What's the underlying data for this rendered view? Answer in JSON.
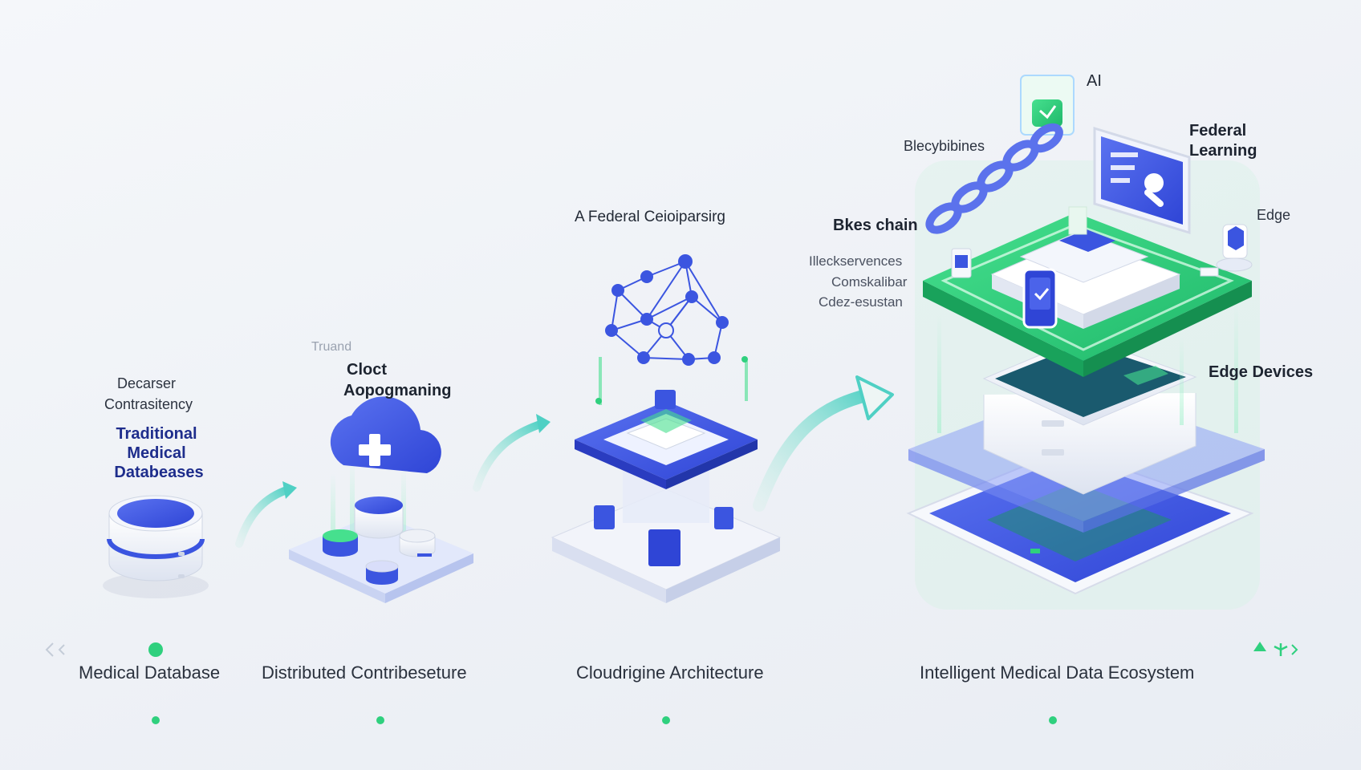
{
  "stage1": {
    "caption_line1": "Decarser",
    "caption_line2": "Contrasitency",
    "title_line1": "Traditional",
    "title_line2": "Medical",
    "title_line3": "Databeases"
  },
  "stage2": {
    "faint_label": "Truand",
    "title_line1": "Cloct",
    "title_line2": "Aopogmaning"
  },
  "stage3": {
    "title": "A Federal Ceioiparsirg"
  },
  "stage4": {
    "label_ai": "AI",
    "label_blockchains": "Blecybibines",
    "label_federal_1": "Federal",
    "label_federal_2": "Learning",
    "label_edge": "Edge",
    "label_block_chain": "Bkes chain",
    "list": [
      "Illeckservences",
      "Comskalibar",
      "Cdez-esustan"
    ],
    "label_edge_devices": "Edge Devices"
  },
  "timeline": {
    "stages": [
      "Medical Database",
      "Distributed Contribeseture",
      "Cloudrigine Architecture",
      "Intelligent Medical Data Ecosystem"
    ]
  },
  "colors": {
    "blue": "#3b55e0",
    "navy": "#1e2d8c",
    "green": "#2fd07e",
    "teal": "#3ec7c0"
  }
}
